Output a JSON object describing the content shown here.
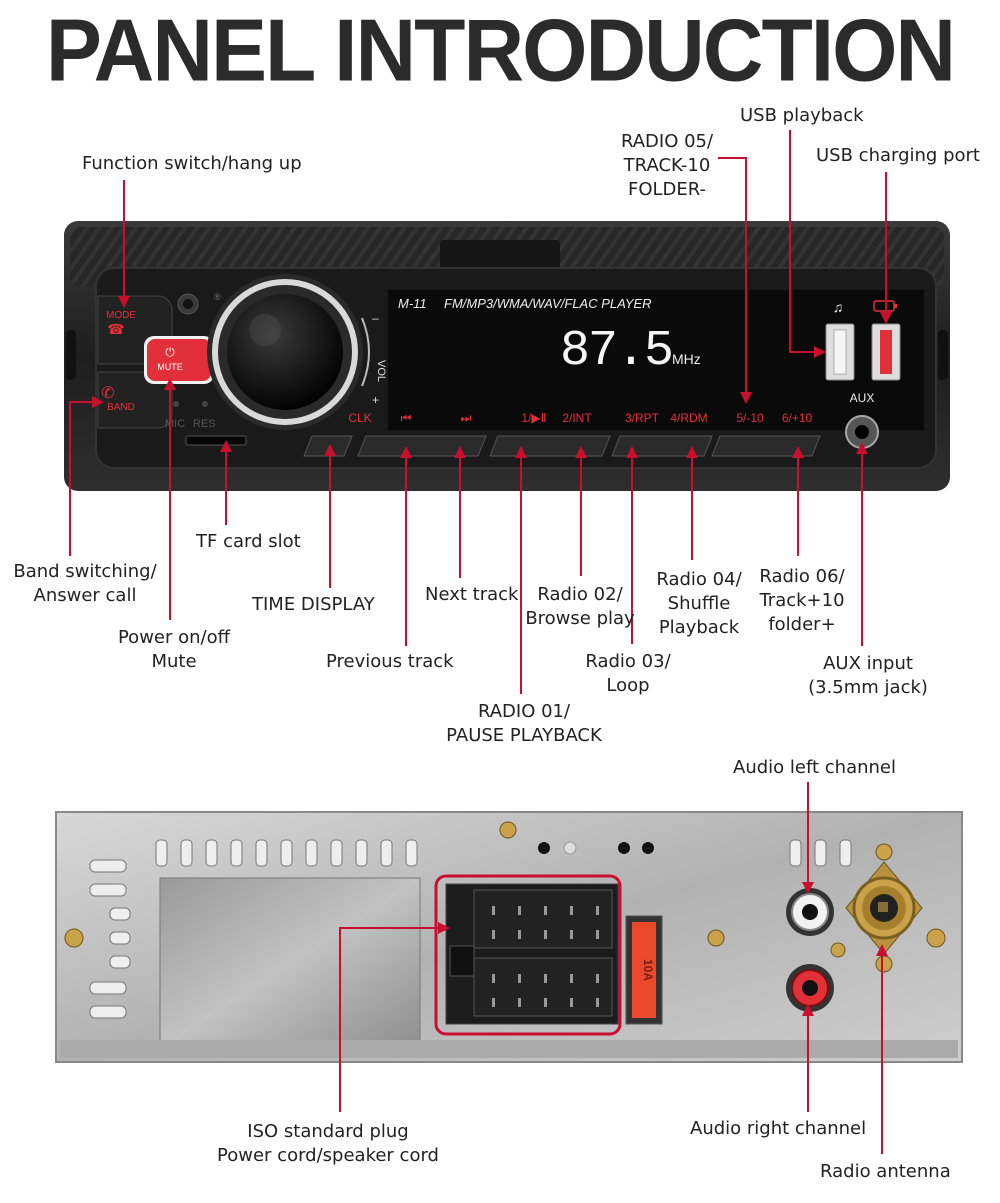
{
  "title": "PANEL INTRODUCTION",
  "front_panel": {
    "model": "M-11",
    "player": "FM/MP3/WMA/WAV/FLAC  PLAYER",
    "display_value": "87.5",
    "display_unit": "MHz",
    "knob_vol": "VOL",
    "knob_minus": "–",
    "knob_plus": "+",
    "mode": "MODE",
    "mute": "MUTE",
    "band": "BAND",
    "mic": "MIC",
    "res": "RES",
    "aux": "AUX",
    "buttons": {
      "clk": "CLK",
      "prev": "⏮",
      "next": "⏭",
      "b1": "1/▶Ⅱ",
      "b2": "2/INT",
      "b3": "3/RPT",
      "b4": "4/RDM",
      "b5": "5/-10",
      "b6": "6/+10"
    }
  },
  "labels": {
    "function_switch": [
      "Function switch/hang up"
    ],
    "radio05": [
      "RADIO 05/",
      "TRACK-10",
      "FOLDER-"
    ],
    "usb_playback": [
      "USB playback"
    ],
    "usb_charging": [
      "USB charging port"
    ],
    "band_switching": [
      "Band switching/",
      "Answer call"
    ],
    "tf_card": [
      "TF card slot"
    ],
    "power": [
      "Power on/off",
      "Mute"
    ],
    "time_display": [
      "TIME DISPLAY"
    ],
    "previous_track": [
      "Previous track"
    ],
    "next_track": [
      "Next track"
    ],
    "radio01": [
      "RADIO 01/",
      "PAUSE PLAYBACK"
    ],
    "radio02": [
      "Radio 02/",
      "Browse play"
    ],
    "radio03": [
      "Radio 03/",
      "Loop"
    ],
    "radio04": [
      "Radio 04/",
      "Shuffle",
      "Playback"
    ],
    "radio06": [
      "Radio 06/",
      "Track+10",
      "folder+"
    ],
    "aux_input": [
      "AUX input",
      "(3.5mm jack)"
    ],
    "audio_left": [
      "Audio left channel"
    ],
    "iso_plug": [
      "ISO standard plug",
      "Power cord/speaker cord"
    ],
    "audio_right": [
      "Audio right channel"
    ],
    "radio_antenna": [
      "Radio antenna"
    ]
  },
  "fuse_text": "10A",
  "colors": {
    "callout": "#c8102e",
    "panel": "#141414",
    "accent": "#e2303b"
  }
}
